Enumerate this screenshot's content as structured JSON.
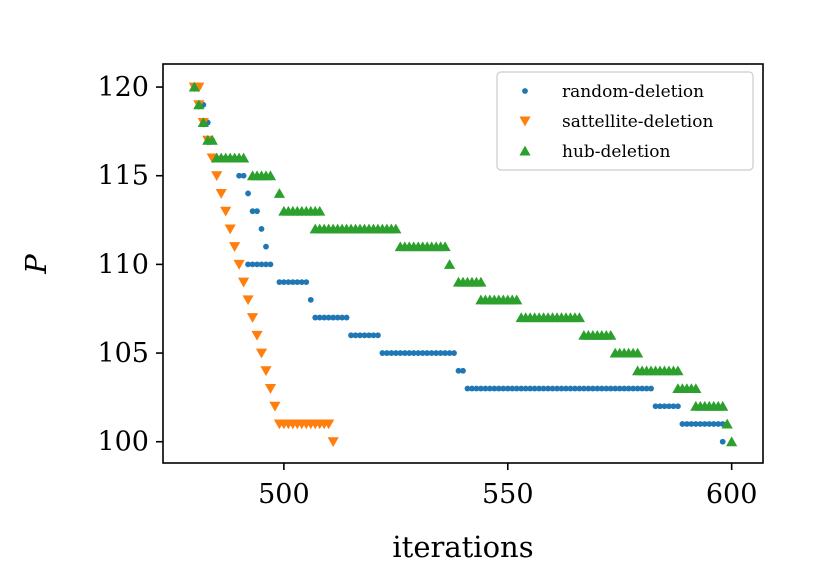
{
  "chart_data": {
    "type": "scatter",
    "title": "",
    "xlabel": "iterations",
    "ylabel": "P",
    "xlim": [
      473,
      607
    ],
    "ylim": [
      98.8,
      121.3
    ],
    "xticks": [
      500,
      550,
      600
    ],
    "yticks": [
      100,
      105,
      110,
      115,
      120
    ],
    "grid": false,
    "legend_position": "upper right",
    "series": [
      {
        "name": "random-deletion",
        "marker": "circle",
        "color": "#1f77b4",
        "points": [
          {
            "start": 480,
            "end": 481,
            "value": 120
          },
          {
            "start": 482,
            "end": 482,
            "value": 119
          },
          {
            "start": 483,
            "end": 483,
            "value": 118
          },
          {
            "start": 484,
            "end": 484,
            "value": 117
          },
          {
            "start": 485,
            "end": 489,
            "value": 116
          },
          {
            "start": 490,
            "end": 491,
            "value": 115
          },
          {
            "start": 492,
            "end": 492,
            "value": 114
          },
          {
            "start": 493,
            "end": 494,
            "value": 113
          },
          {
            "start": 495,
            "end": 495,
            "value": 112
          },
          {
            "start": 496,
            "end": 496,
            "value": 111
          },
          {
            "start": 492,
            "end": 497,
            "value": 110
          },
          {
            "start": 499,
            "end": 505,
            "value": 109
          },
          {
            "start": 506,
            "end": 506,
            "value": 108
          },
          {
            "start": 507,
            "end": 514,
            "value": 107
          },
          {
            "start": 515,
            "end": 521,
            "value": 106
          },
          {
            "start": 522,
            "end": 538,
            "value": 105
          },
          {
            "start": 539,
            "end": 540,
            "value": 104
          },
          {
            "start": 541,
            "end": 582,
            "value": 103
          },
          {
            "start": 583,
            "end": 588,
            "value": 102
          },
          {
            "start": 589,
            "end": 598,
            "value": 101
          },
          {
            "start": 598,
            "end": 598,
            "value": 100
          }
        ]
      },
      {
        "name": "sattellite-deletion",
        "marker": "triangle-down",
        "color": "#ff7f0e",
        "points": [
          {
            "start": 480,
            "end": 481,
            "value": 120
          },
          {
            "start": 481,
            "end": 481,
            "value": 119
          },
          {
            "start": 482,
            "end": 482,
            "value": 118
          },
          {
            "start": 483,
            "end": 483,
            "value": 117
          },
          {
            "start": 484,
            "end": 484,
            "value": 116
          },
          {
            "start": 485,
            "end": 485,
            "value": 115
          },
          {
            "start": 486,
            "end": 486,
            "value": 114
          },
          {
            "start": 487,
            "end": 487,
            "value": 113
          },
          {
            "start": 488,
            "end": 488,
            "value": 112
          },
          {
            "start": 489,
            "end": 489,
            "value": 111
          },
          {
            "start": 490,
            "end": 490,
            "value": 110
          },
          {
            "start": 491,
            "end": 491,
            "value": 109
          },
          {
            "start": 492,
            "end": 492,
            "value": 108
          },
          {
            "start": 493,
            "end": 493,
            "value": 107
          },
          {
            "start": 494,
            "end": 494,
            "value": 106
          },
          {
            "start": 495,
            "end": 495,
            "value": 105
          },
          {
            "start": 496,
            "end": 496,
            "value": 104
          },
          {
            "start": 497,
            "end": 497,
            "value": 103
          },
          {
            "start": 498,
            "end": 498,
            "value": 102
          },
          {
            "start": 499,
            "end": 510,
            "value": 101
          },
          {
            "start": 511,
            "end": 511,
            "value": 100
          }
        ]
      },
      {
        "name": "hub-deletion",
        "marker": "triangle-up",
        "color": "#2ca02c",
        "points": [
          {
            "start": 480,
            "end": 480,
            "value": 120
          },
          {
            "start": 481,
            "end": 481,
            "value": 119
          },
          {
            "start": 482,
            "end": 482,
            "value": 118
          },
          {
            "start": 483,
            "end": 484,
            "value": 117
          },
          {
            "start": 485,
            "end": 491,
            "value": 116
          },
          {
            "start": 493,
            "end": 497,
            "value": 115
          },
          {
            "start": 499,
            "end": 499,
            "value": 114
          },
          {
            "start": 500,
            "end": 508,
            "value": 113
          },
          {
            "start": 507,
            "end": 525,
            "value": 112
          },
          {
            "start": 526,
            "end": 536,
            "value": 111
          },
          {
            "start": 537,
            "end": 537,
            "value": 110
          },
          {
            "start": 539,
            "end": 544,
            "value": 109
          },
          {
            "start": 544,
            "end": 552,
            "value": 108
          },
          {
            "start": 553,
            "end": 566,
            "value": 107
          },
          {
            "start": 567,
            "end": 573,
            "value": 106
          },
          {
            "start": 574,
            "end": 579,
            "value": 105
          },
          {
            "start": 579,
            "end": 588,
            "value": 104
          },
          {
            "start": 588,
            "end": 592,
            "value": 103
          },
          {
            "start": 592,
            "end": 598,
            "value": 102
          },
          {
            "start": 599,
            "end": 599,
            "value": 101
          },
          {
            "start": 600,
            "end": 600,
            "value": 100
          }
        ]
      }
    ]
  }
}
